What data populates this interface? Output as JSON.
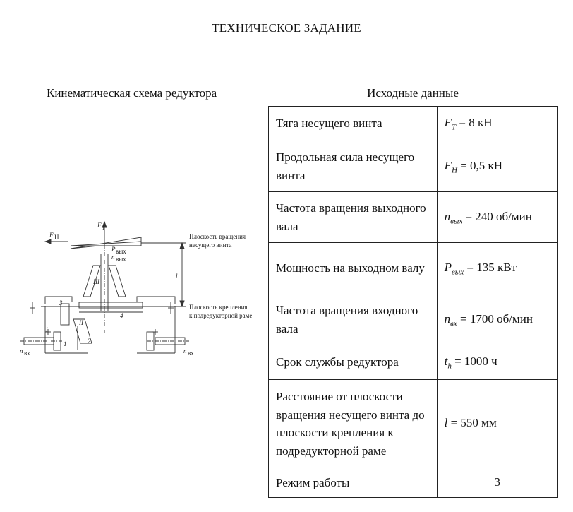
{
  "doc": {
    "title": "ТЕХНИЧЕСКОЕ ЗАДАНИЕ",
    "left_heading": "Кинематическая схема редуктора",
    "right_heading": "Исходные данные"
  },
  "scheme": {
    "label_fh": "F",
    "label_fh_sub": "H",
    "label_ft": "F",
    "label_ft_sub": "T",
    "label_pout": "P",
    "label_pout_sub": "вых",
    "label_nout": "n",
    "label_nout_sub": "вых",
    "label_plane_rotor_1": "Плоскость вращения",
    "label_plane_rotor_2": "несущего винта",
    "label_plane_mount_1": "Плоскость крепления",
    "label_plane_mount_2": "к подредукторной раме",
    "label_l": "l",
    "label_III": "III",
    "label_II": "II",
    "label_1a": "1",
    "label_1b": "1",
    "label_2": "2",
    "label_3": "3",
    "label_4": "4",
    "label_nin_left": "n",
    "label_nin_left_sub": "вх",
    "label_nin_right": "n",
    "label_nin_right_sub": "вх"
  },
  "table": [
    {
      "name": "Тяга несущего винта",
      "sym": "F",
      "sub": "T",
      "value": " = 8 кН"
    },
    {
      "name": "Продольная сила несущего винта",
      "sym": "F",
      "sub": "H",
      "value": " = 0,5 кН"
    },
    {
      "name": "Частота вращения выходного вала",
      "sym": "n",
      "sub": "вых",
      "value": " = 240 об/мин"
    },
    {
      "name": "Мощность на выходном валу",
      "sym": "P",
      "sub": "вых",
      "value": " = 135 кВт"
    },
    {
      "name": "Частота вращения входного вала",
      "sym": "n",
      "sub": "вх",
      "value": " = 1700 об/мин"
    },
    {
      "name": "Срок службы редуктора",
      "sym": "t",
      "sub": "h",
      "value": " = 1000 ч"
    },
    {
      "name": "Расстояние от плоскости вращения несущего винта до плоскости крепления к подредукторной раме",
      "sym": "l",
      "sub": "",
      "value": " = 550 мм"
    },
    {
      "name": "Режим работы",
      "sym": "",
      "sub": "",
      "value": "3"
    }
  ]
}
